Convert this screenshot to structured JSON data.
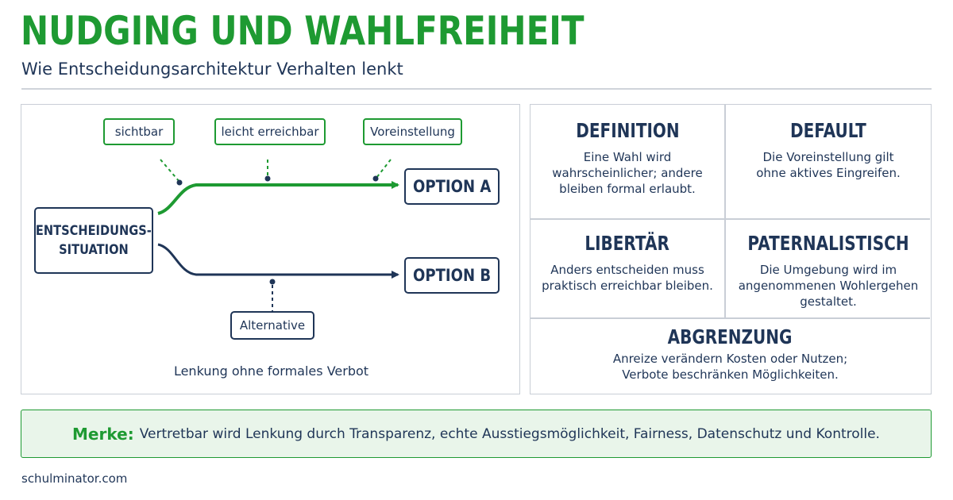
{
  "header": {
    "title": "NUDGING UND WAHLFREIHEIT",
    "subtitle": "Wie Entscheidungsarchitektur Verhalten lenkt"
  },
  "diagram": {
    "decision_line1": "ENTSCHEIDUNGS-",
    "decision_line2": "SITUATION",
    "option_a": "OPTION A",
    "option_b": "OPTION B",
    "tags": {
      "visible": "sichtbar",
      "reachable": "leicht erreichbar",
      "default": "Voreinstellung",
      "alternative": "Alternative"
    },
    "caption": "Lenkung ohne formales Verbot"
  },
  "concepts": {
    "definition": {
      "title": "DEFINITION",
      "text": "Eine Wahl wird\nwahrscheinlicher; andere\nbleiben formal erlaubt."
    },
    "default": {
      "title": "DEFAULT",
      "text": "Die Voreinstellung gilt\nohne aktives Eingreifen."
    },
    "libertarian": {
      "title": "LIBERTÄR",
      "text": "Anders entscheiden muss\npraktisch erreichbar bleiben."
    },
    "paternalistic": {
      "title": "PATERNALISTISCH",
      "text": "Die Umgebung wird im\nangenommenen Wohlergehen\ngestaltet."
    },
    "distinction": {
      "title": "ABGRENZUNG",
      "text": "Anreize verändern Kosten oder Nutzen;\nVerbote beschränken Möglichkeiten."
    }
  },
  "note": {
    "label": "Merke:",
    "text": "Vertretbar wird Lenkung durch Transparenz, echte Ausstiegsmöglichkeit, Fairness, Datenschutz und Kontrolle."
  },
  "footer": {
    "site": "schulminator.com"
  },
  "colors": {
    "green": "#1e9a32",
    "navy": "#1f3557",
    "note_bg": "#e9f5ea",
    "border": "#c9ced6"
  }
}
